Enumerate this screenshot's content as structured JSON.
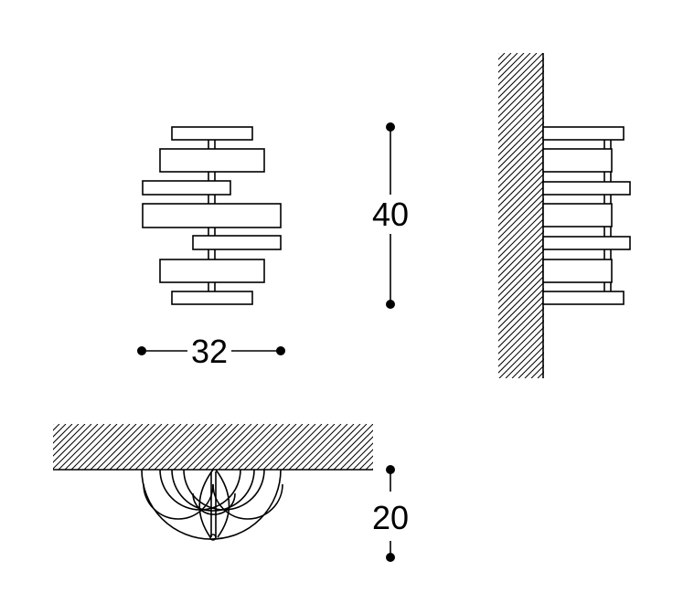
{
  "dimensions": {
    "width": "32",
    "height": "40",
    "depth": "20"
  },
  "colors": {
    "line": "#000000",
    "background": "#ffffff"
  }
}
